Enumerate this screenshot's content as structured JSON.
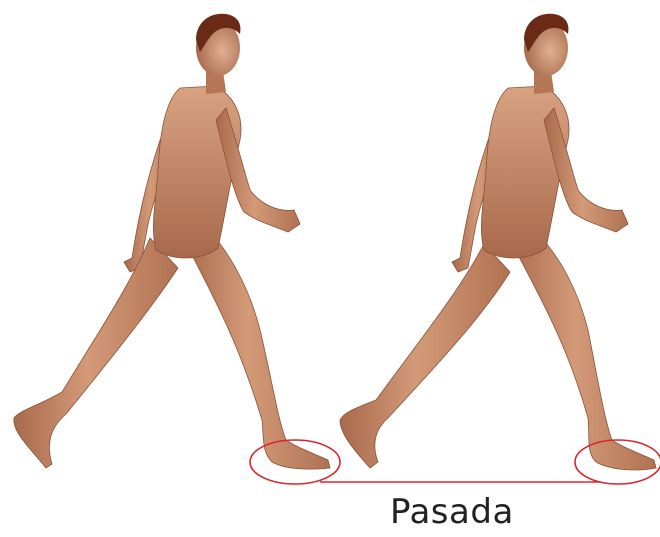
{
  "figure": {
    "caption": "Pasada",
    "colors": {
      "skin": "#c88f6c",
      "skin_shadow": "#9a6347",
      "hair": "#6b2a16",
      "annotation": "#d9262c"
    },
    "figures": [
      {
        "label": "walker-left"
      },
      {
        "label": "walker-right"
      }
    ]
  }
}
